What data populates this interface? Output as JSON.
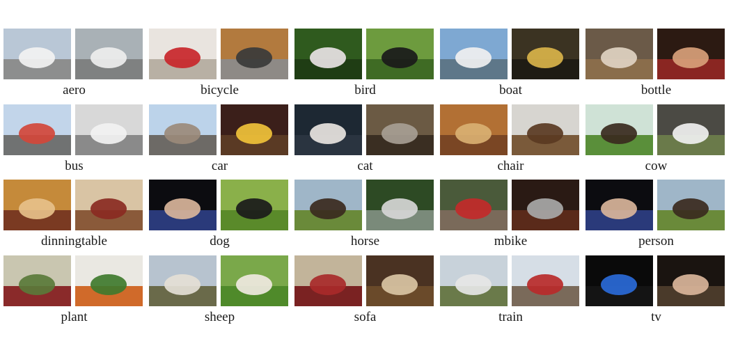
{
  "categories": [
    {
      "label": "aero",
      "left": {
        "sky": "#b9c7d6",
        "ground": "#8d8e8e",
        "subject": "#f2f2f2"
      },
      "right": {
        "sky": "#a9b1b6",
        "ground": "#7f8181",
        "subject": "#eeeeee"
      }
    },
    {
      "label": "bicycle",
      "left": {
        "sky": "#e9e4df",
        "ground": "#b8b0a4",
        "subject": "#c8262a"
      },
      "right": {
        "sky": "#b27a3e",
        "ground": "#8e8a86",
        "subject": "#3a3a3a"
      }
    },
    {
      "label": "bird",
      "left": {
        "sky": "#2f5a1e",
        "ground": "#1f3d14",
        "subject": "#e8e2e4"
      },
      "right": {
        "sky": "#6d9b3e",
        "ground": "#3f6b24",
        "subject": "#1a1a1a"
      }
    },
    {
      "label": "boat",
      "left": {
        "sky": "#7ea8d2",
        "ground": "#5e7789",
        "subject": "#f0f0f0"
      },
      "right": {
        "sky": "#3b3322",
        "ground": "#1f1c14",
        "subject": "#d9b34a"
      }
    },
    {
      "label": "bottle",
      "left": {
        "sky": "#6b5a48",
        "ground": "#8a6d4b",
        "subject": "#e0d3c2"
      },
      "right": {
        "sky": "#2c1a12",
        "ground": "#8a2622",
        "subject": "#d8a07a"
      }
    },
    {
      "label": "bus",
      "left": {
        "sky": "#c2d5ea",
        "ground": "#707272",
        "subject": "#d3463a"
      },
      "right": {
        "sky": "#d8d8d8",
        "ground": "#8a8a8a",
        "subject": "#f2f2f2"
      }
    },
    {
      "label": "car",
      "left": {
        "sky": "#bcd3ea",
        "ground": "#6d6a66",
        "subject": "#9b8a7a"
      },
      "right": {
        "sky": "#3b1f1a",
        "ground": "#5a3a24",
        "subject": "#f0c23a"
      }
    },
    {
      "label": "cat",
      "left": {
        "sky": "#1d2833",
        "ground": "#2a3440",
        "subject": "#e8e4e0"
      },
      "right": {
        "sky": "#6b5a44",
        "ground": "#3a2e22",
        "subject": "#a79e94"
      }
    },
    {
      "label": "chair",
      "left": {
        "sky": "#b27034",
        "ground": "#7a4624",
        "subject": "#d9b072"
      },
      "right": {
        "sky": "#d7d5d0",
        "ground": "#7a5a3a",
        "subject": "#5a3a22"
      }
    },
    {
      "label": "cow",
      "left": {
        "sky": "#cfe2d6",
        "ground": "#5a8f3a",
        "subject": "#3a2a1e"
      },
      "right": {
        "sky": "#4b4a44",
        "ground": "#6a7a4a",
        "subject": "#f0f0f0"
      }
    },
    {
      "label": "dinningtable",
      "left": {
        "sky": "#c58a3a",
        "ground": "#7a3a22",
        "subject": "#e6c08a"
      },
      "right": {
        "sky": "#d9c4a4",
        "ground": "#8a5a3a",
        "subject": "#8a2a22"
      }
    },
    {
      "label": "dog",
      "left": {
        "sky": "#0c0c10",
        "ground": "#2a3a7a",
        "subject": "#d9b59a"
      },
      "right": {
        "sky": "#8ab04a",
        "ground": "#5a8a2a",
        "subject": "#1a1a1a"
      }
    },
    {
      "label": "horse",
      "left": {
        "sky": "#9fb6c8",
        "ground": "#6a8a3a",
        "subject": "#3a2a1e"
      },
      "right": {
        "sky": "#2d4a24",
        "ground": "#7a8a7a",
        "subject": "#d6d6d6"
      }
    },
    {
      "label": "mbike",
      "left": {
        "sky": "#4a5a3a",
        "ground": "#7a6a5a",
        "subject": "#c22a2a"
      },
      "right": {
        "sky": "#2a1a14",
        "ground": "#5a2a1a",
        "subject": "#a8a8a8"
      }
    },
    {
      "label": "person",
      "left": {
        "sky": "#0c0c10",
        "ground": "#2a3a7a",
        "subject": "#d9b59a"
      },
      "right": {
        "sky": "#9fb6c8",
        "ground": "#6a8a3a",
        "subject": "#3a2a1e"
      }
    },
    {
      "label": "plant",
      "left": {
        "sky": "#c9c6b0",
        "ground": "#8a2a2a",
        "subject": "#5a7a3a"
      },
      "right": {
        "sky": "#eae8e2",
        "ground": "#d06a2a",
        "subject": "#3f7a2e"
      }
    },
    {
      "label": "sheep",
      "left": {
        "sky": "#b7c3cf",
        "ground": "#6a6a4a",
        "subject": "#e4e0d6"
      },
      "right": {
        "sky": "#7aa84a",
        "ground": "#4f8a2a",
        "subject": "#efe9e0"
      }
    },
    {
      "label": "sofa",
      "left": {
        "sky": "#c2b49a",
        "ground": "#7a2222",
        "subject": "#a82a2a"
      },
      "right": {
        "sky": "#4a3222",
        "ground": "#6a4a2a",
        "subject": "#d9c4a4"
      }
    },
    {
      "label": "train",
      "left": {
        "sky": "#c8d2da",
        "ground": "#6a7a4a",
        "subject": "#e6e6e6"
      },
      "right": {
        "sky": "#d6dee6",
        "ground": "#7a6a5a",
        "subject": "#b82a2a"
      }
    },
    {
      "label": "tv",
      "left": {
        "sky": "#0a0a0a",
        "ground": "#141414",
        "subject": "#2a6ad8"
      },
      "right": {
        "sky": "#1a1410",
        "ground": "#4a3a2a",
        "subject": "#d9b59a"
      }
    }
  ]
}
